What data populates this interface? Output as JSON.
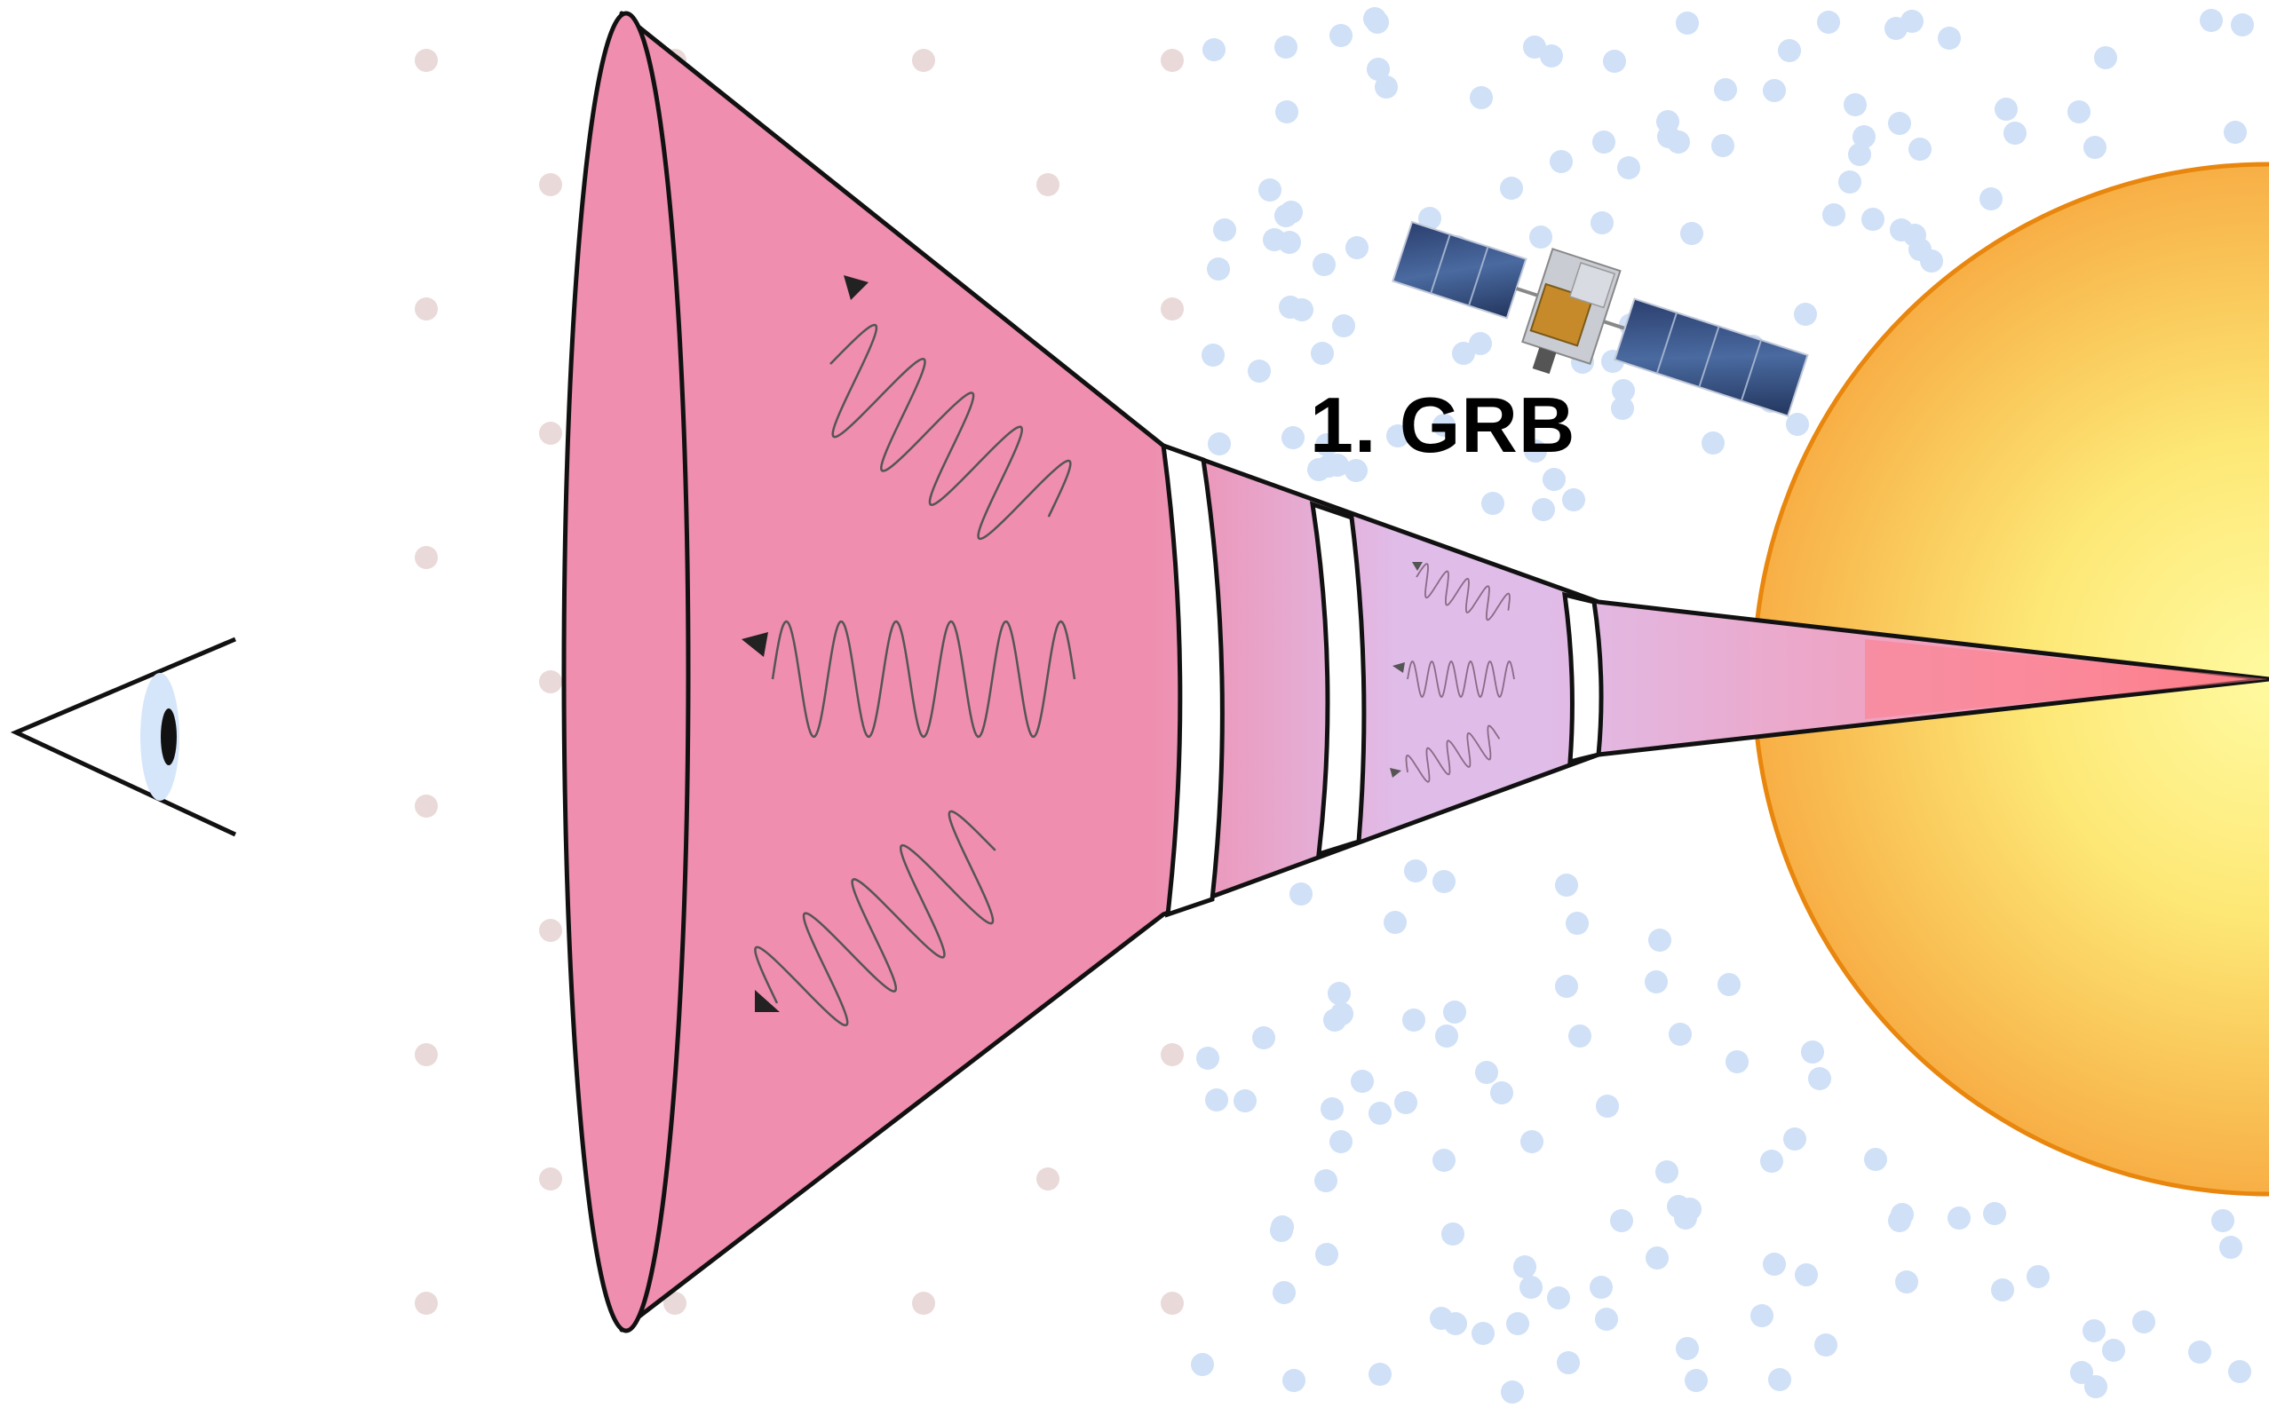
{
  "diagram": {
    "labels": {
      "grb": "1. GRB"
    },
    "elements": {
      "observer": "eye-icon",
      "jet": "expanding-jet-cone",
      "satellite": "satellite-icon",
      "source": "star-sphere"
    },
    "colors": {
      "background": "#ffffff",
      "jet_pink": "#ef8eae",
      "jet_lavender": "#e0bce8",
      "jet_tip_red": "#ff7e8a",
      "star_inner": "#fff68a",
      "star_outer": "#f7ad44",
      "star_edge": "#e8860d",
      "dots_blue": "#cfe0f7",
      "dots_brown": "#ead9d9",
      "outline": "#111111"
    }
  }
}
